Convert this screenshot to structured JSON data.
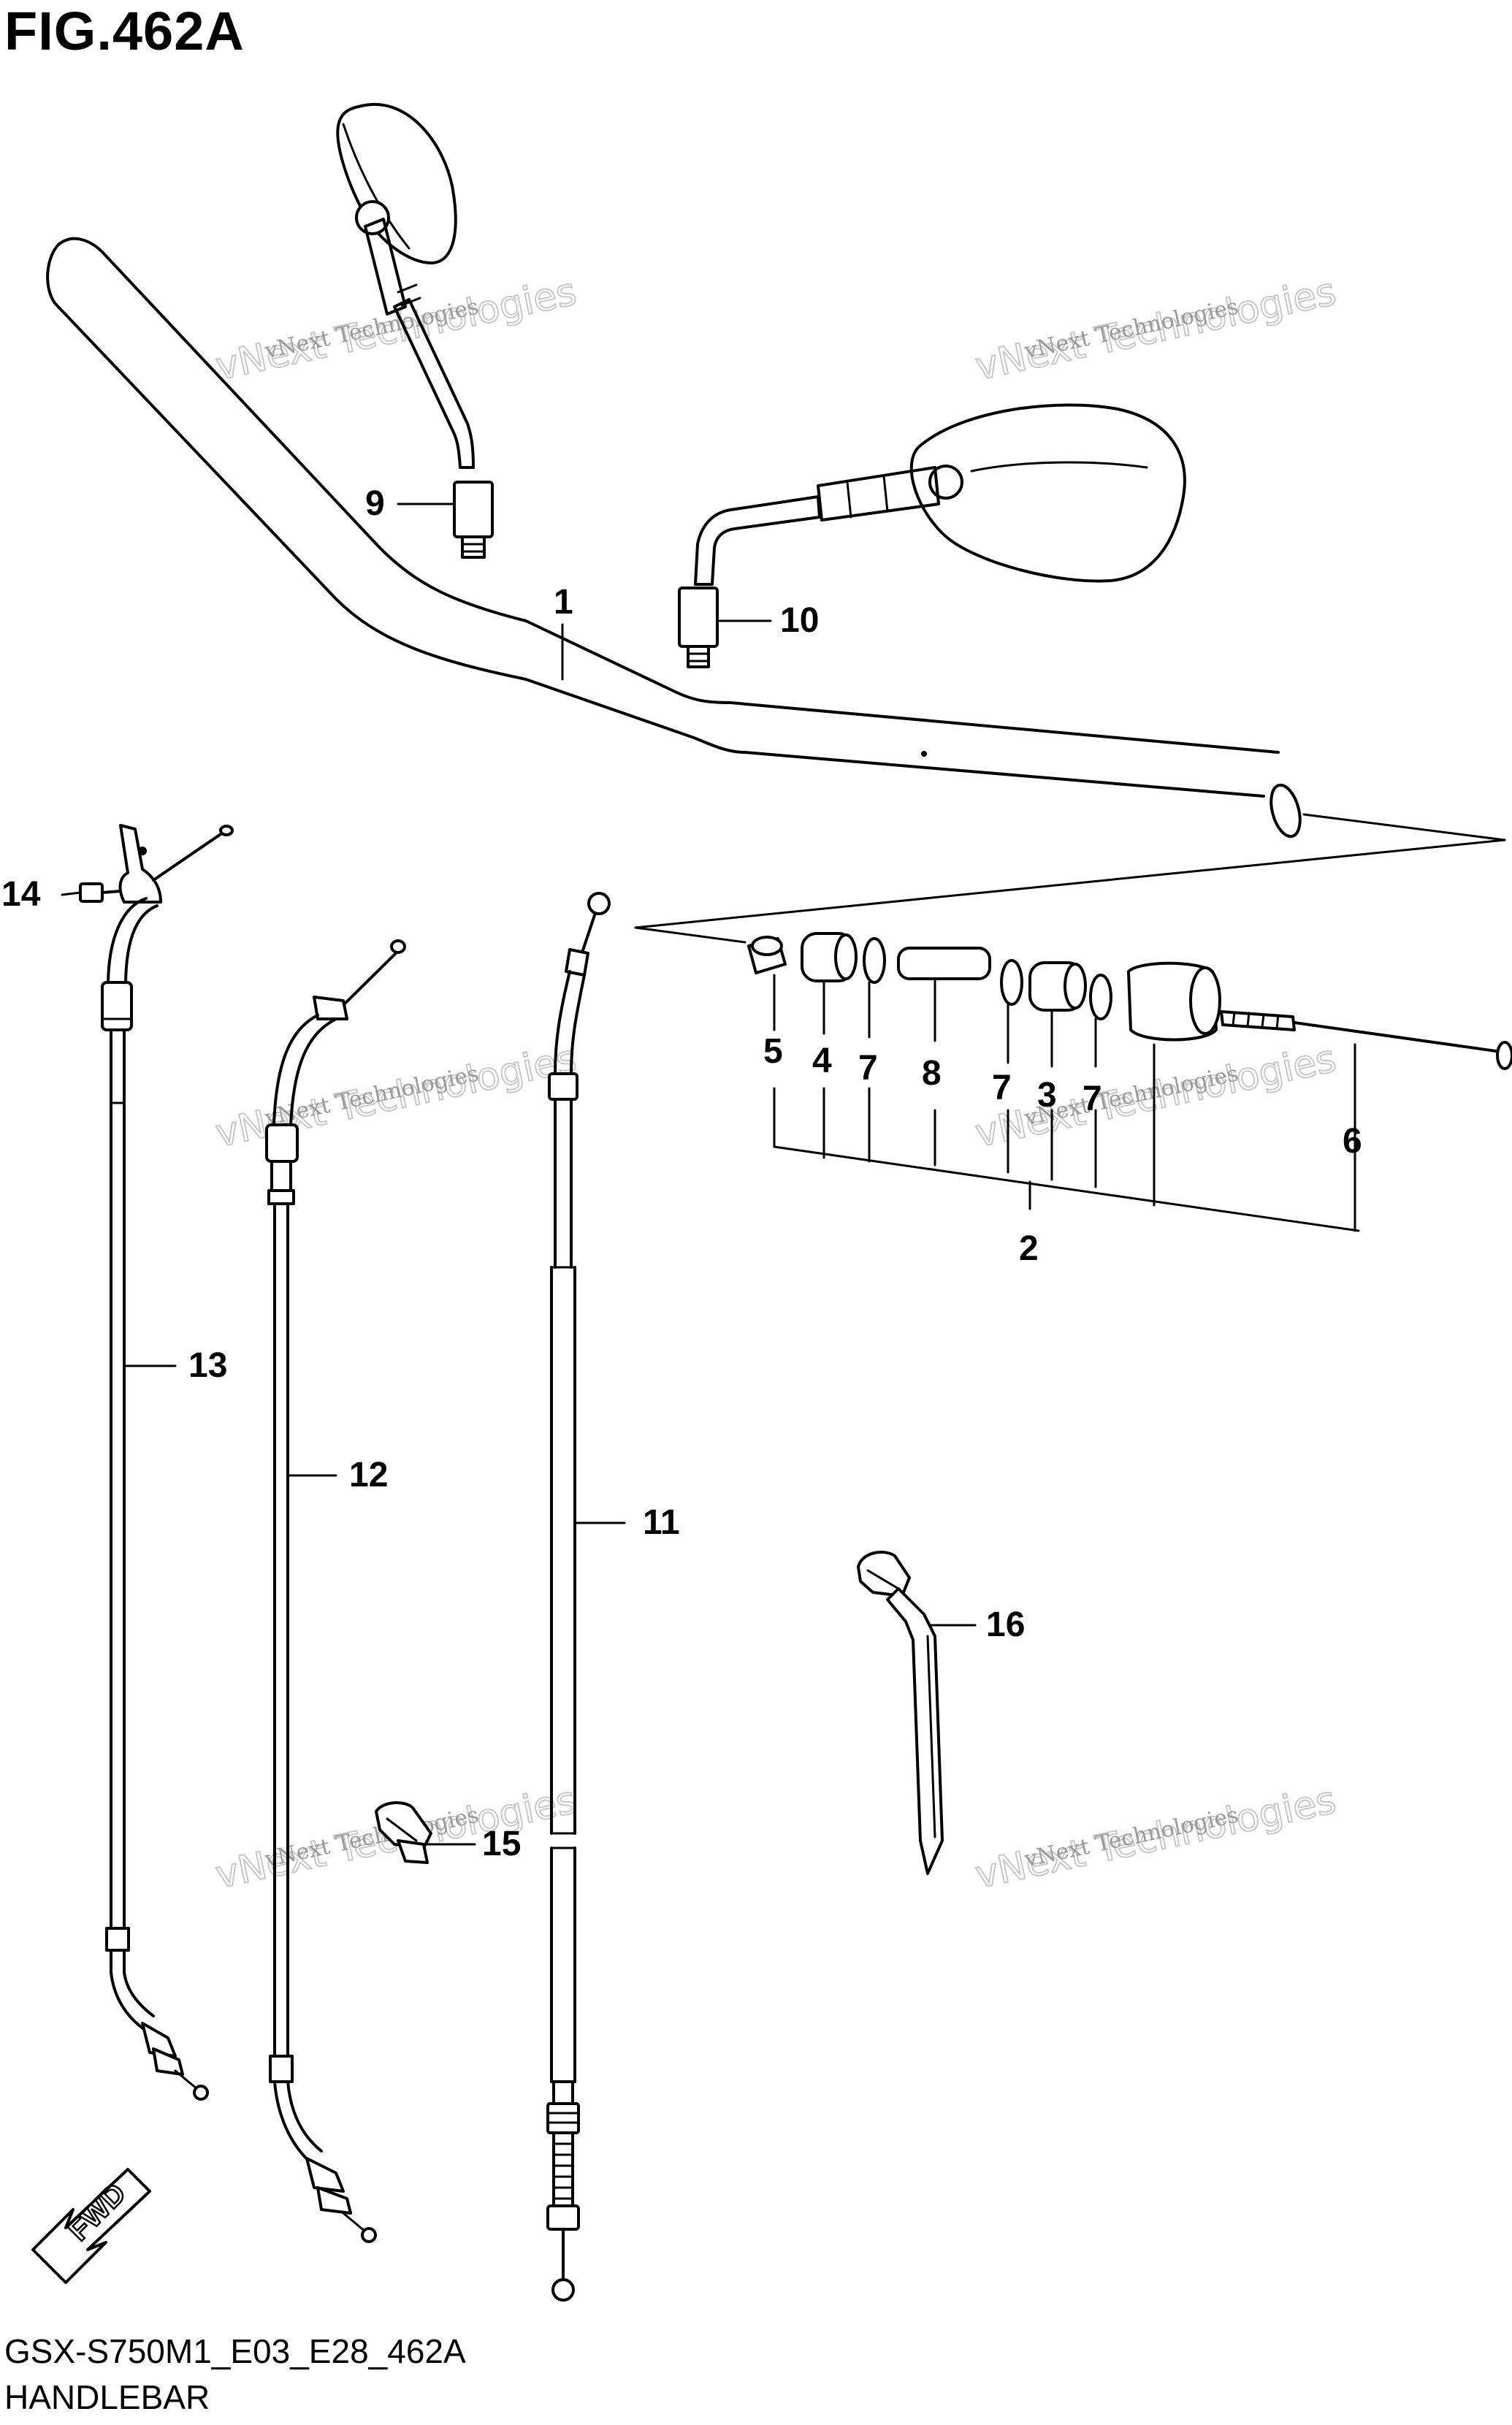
{
  "figure": {
    "title": "FIG.462A",
    "code": "GSX-S750M1_E03_E28_462A",
    "name": "HANDLEBAR"
  },
  "callouts": [
    {
      "id": "1",
      "label": "1"
    },
    {
      "id": "2",
      "label": "2"
    },
    {
      "id": "3",
      "label": "3"
    },
    {
      "id": "4",
      "label": "4"
    },
    {
      "id": "5",
      "label": "5"
    },
    {
      "id": "6",
      "label": "6"
    },
    {
      "id": "7a",
      "label": "7"
    },
    {
      "id": "7b",
      "label": "7"
    },
    {
      "id": "7c",
      "label": "7"
    },
    {
      "id": "8",
      "label": "8"
    },
    {
      "id": "9",
      "label": "9"
    },
    {
      "id": "10",
      "label": "10"
    },
    {
      "id": "11",
      "label": "11"
    },
    {
      "id": "12",
      "label": "12"
    },
    {
      "id": "13",
      "label": "13"
    },
    {
      "id": "14",
      "label": "14"
    },
    {
      "id": "15",
      "label": "15"
    },
    {
      "id": "16",
      "label": "16"
    }
  ],
  "watermark": {
    "line1": "vNext Technologies",
    "line2": "vNext Technologies"
  },
  "direction": {
    "label": "FWD"
  }
}
